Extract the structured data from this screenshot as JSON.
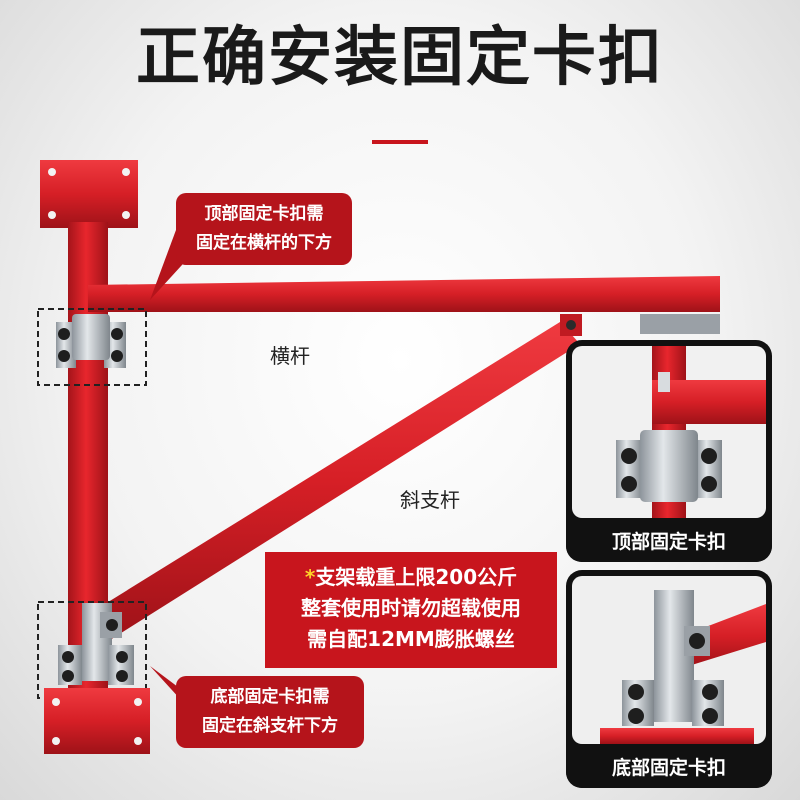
{
  "title": "正确安装固定卡扣",
  "callouts": {
    "top": [
      "顶部固定卡扣需",
      "固定在横杆的下方"
    ],
    "bottom": [
      "底部固定卡扣需",
      "固定在斜支杆下方"
    ]
  },
  "labels": {
    "crossbar": "横杆",
    "brace": "斜支杆"
  },
  "warning": {
    "star": "*",
    "lines": [
      "支架载重上限200公斤",
      "整套使用时请勿超载使用",
      "需自配12MM膨胀螺丝"
    ]
  },
  "insets": [
    {
      "caption": "顶部固定卡扣"
    },
    {
      "caption": "底部固定卡扣"
    }
  ],
  "colors": {
    "frame_red": "#d61f26",
    "callout_red": "#b5141b",
    "warning_red": "#c8151d",
    "clamp_silver": "#c9ced3"
  }
}
